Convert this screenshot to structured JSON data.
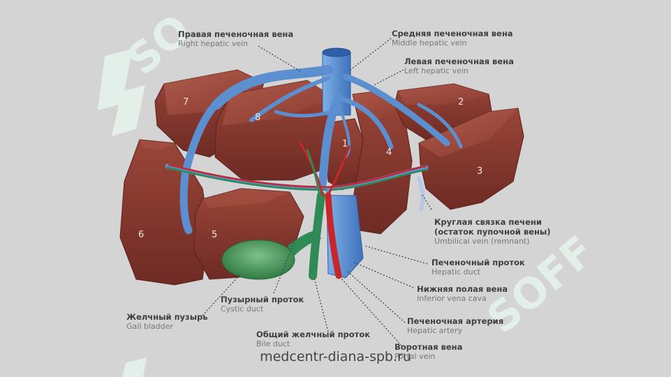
{
  "labels": {
    "right_hepatic_vein": {
      "ru": "Правая печеночная вена",
      "en": "Right hepatic vein"
    },
    "middle_hepatic_vein": {
      "ru": "Средняя печеночная вена",
      "en": "Middle hepatic vein"
    },
    "left_hepatic_vein": {
      "ru": "Левая печеночная вена",
      "en": "Left hepatic vein"
    },
    "round_ligament": {
      "ru1": "Круглая связка печени",
      "ru2": "(остаток пупочной вены)",
      "en": "Umbilical vein (remnant)"
    },
    "hepatic_duct": {
      "ru": "Печеночный проток",
      "en": "Hepatic duct"
    },
    "inferior_vena_cava": {
      "ru": "Нижняя полая вена",
      "en": "Inferior vena cava"
    },
    "hepatic_artery": {
      "ru": "Печеночная артерия",
      "en": "Hepatic artery"
    },
    "portal_vein": {
      "ru": "Воротная вена",
      "en": "Portal vein"
    },
    "cystic_duct": {
      "ru": "Пузырный проток",
      "en": "Cystic duct"
    },
    "common_bile_duct": {
      "ru": "Общий желчный проток",
      "en": "Bile duct"
    },
    "gall_bladder": {
      "ru": "Желчный пузырь",
      "en": "Gall bladder"
    }
  },
  "segments": [
    "1",
    "2",
    "3",
    "4",
    "5",
    "6",
    "7",
    "8"
  ],
  "watermark": "SOFF",
  "footer": "medcentr-diana-spb.ru",
  "colors": {
    "liver": "#8a3a30",
    "liver_dark": "#5e2520",
    "vein": "#5b8fd0",
    "artery": "#c8262b",
    "bile_duct": "#2f8a55",
    "gall_bladder": "#4a9a5e"
  }
}
